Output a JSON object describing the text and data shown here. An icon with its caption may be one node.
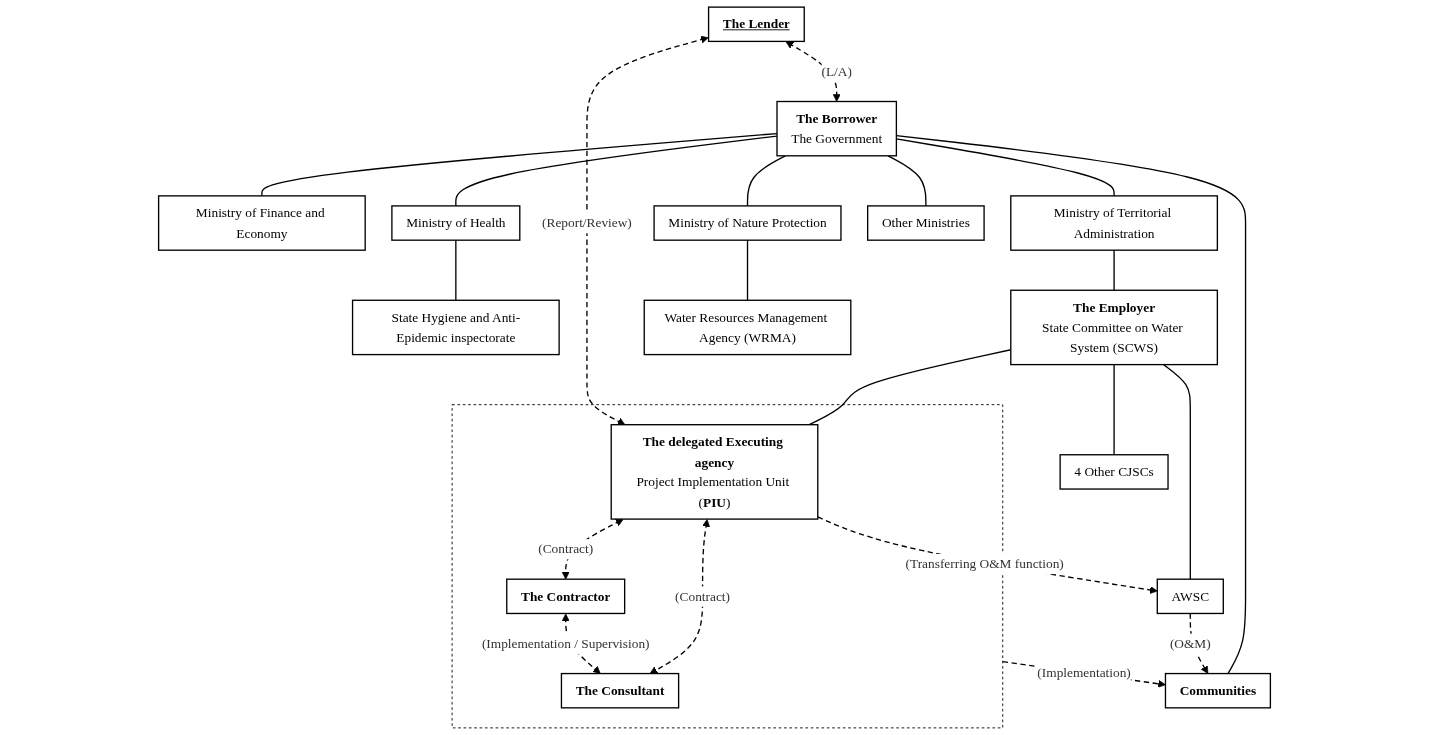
{
  "diagram": {
    "nodes": [
      {
        "text": [
          "The Lender"
        ]
      },
      {
        "text": [
          "The Borrower",
          "The Government"
        ]
      },
      {
        "text": [
          "Ministry of Finance and Economy"
        ]
      },
      {
        "text": [
          "Ministry of Health"
        ]
      },
      {
        "text": [
          "Ministry of Territorial Administration"
        ]
      },
      {
        "text": [
          "Ministry of Nature Protection"
        ]
      },
      {
        "text": [
          "Other Ministries"
        ]
      },
      {
        "text": [
          "State Hygiene and Anti-Epidemic inspectorate"
        ]
      },
      {
        "text": [
          "The Employer",
          "State Committee on Water System (SCWS)"
        ]
      },
      {
        "text": [
          "Water Resources Management Agency (WRMA)"
        ]
      },
      {
        "text": [
          "AWSC"
        ]
      },
      {
        "text": [
          "4 Other CJSCs"
        ]
      },
      {
        "text": [],
        "shape": "box"
      },
      {
        "text": [
          "The delegated Executing agency",
          "Project Implementation Unit (**PIU**)"
        ],
        "in": 12
      },
      {
        "text": [
          "The Contractor"
        ],
        "in": 12
      },
      {
        "text": [
          "The Consultant"
        ],
        "in": 12
      },
      {
        "text": [
          "Communities"
        ]
      }
    ],
    "edges": [
      {
        "from": 0,
        "to": 1,
        "arrow": "both",
        "style": "dashed",
        "label": "(L/A)"
      },
      {
        "from": 1,
        "to": 2,
        "arrow": "none"
      },
      {
        "from": 1,
        "to": 3,
        "arrow": "none"
      },
      {
        "from": 1,
        "to": 4,
        "arrow": "none"
      },
      {
        "from": 1,
        "to": 5,
        "arrow": "none"
      },
      {
        "from": 1,
        "to": 6,
        "arrow": "none"
      },
      {
        "from": 1,
        "to": 16,
        "arrow": "none"
      },
      {
        "from": 3,
        "to": 7,
        "arrow": "none"
      },
      {
        "from": 4,
        "to": 8,
        "arrow": "none"
      },
      {
        "from": 5,
        "to": 9,
        "arrow": "none"
      },
      {
        "from": 8,
        "to": 10,
        "arrow": "none"
      },
      {
        "from": 8,
        "to": 11,
        "arrow": "none"
      },
      {
        "from": 8,
        "to": 13,
        "arrow": "none"
      },
      {
        "from": 0,
        "to": 13,
        "arrow": "both",
        "style": "dashed",
        "label": "(Report/Review)"
      },
      {
        "from": 13,
        "to": 10,
        "arrow": "to",
        "style": "dashed",
        "label": "(Transferring O&M function)"
      },
      {
        "from": 10,
        "to": 16,
        "arrow": "to",
        "style": "dashed",
        "label": "(O&M)"
      },
      {
        "from": 13,
        "to": 14,
        "arrow": "both",
        "style": "dashed",
        "label": "(Contract)"
      },
      {
        "from": 13,
        "to": 15,
        "arrow": "both",
        "style": "dashed",
        "label": "(Contract)"
      },
      {
        "from": 14,
        "to": 15,
        "arrow": "both",
        "style": "dashed",
        "label": "(Implementation / Supervision)"
      },
      {
        "from": 12,
        "to": 16,
        "arrow": "to",
        "style": "dashed",
        "label": "(Implementation)"
      }
    ]
  }
}
